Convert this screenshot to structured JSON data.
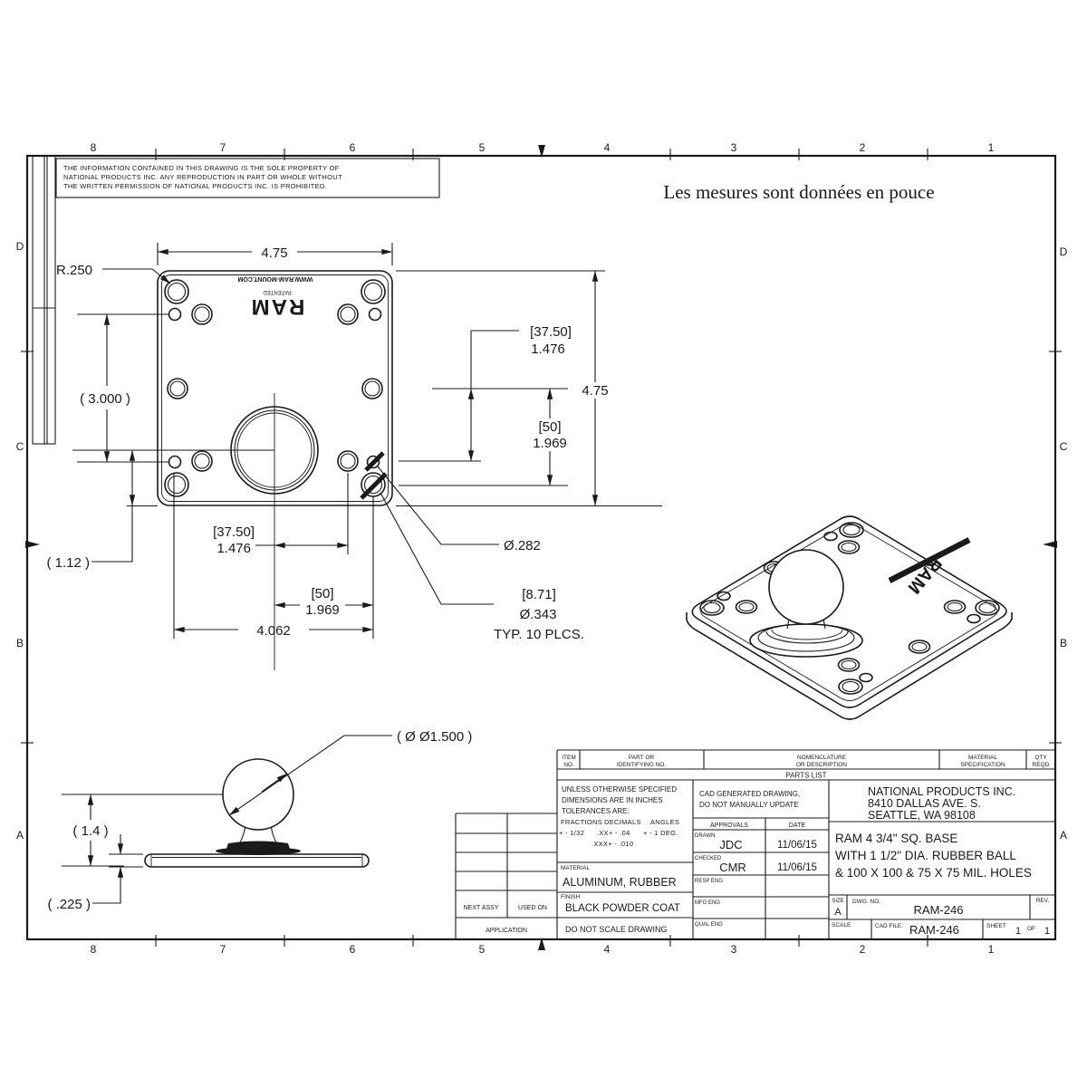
{
  "sheet": {
    "zone_cols": [
      "8",
      "7",
      "6",
      "5",
      "4",
      "3",
      "2",
      "1"
    ],
    "zone_rows": [
      "D",
      "C",
      "B",
      "A"
    ],
    "notice_l1": "THE  INFORMATION  CONTAINED  IN  THIS  DRAWING  IS  THE  SOLE  PROPERTY  OF",
    "notice_l2": "NATIONAL PRODUCTS INC.  ANY  REPRODUCTION  IN  PART  OR  WHOLE  WITHOUT",
    "notice_l3": "THE  WRITTEN  PERMISSION  OF  NATIONAL PRODUCTS INC.  IS  PROHIBITED.",
    "units_note": "Les mesures sont données en pouce"
  },
  "front_view": {
    "width": "4.75",
    "height": "4.75",
    "corner_radius": "R.250",
    "span_v": "( 3.000 )",
    "offset_v": "( 1.12 )",
    "p75_mm": "[37.50]",
    "p75_in": "1.476",
    "p100_mm": "[50]",
    "p100_in": "1.969",
    "span_h": "4.062",
    "small_hole_dia": "Ø.282",
    "hole_mm": "[8.71]",
    "hole_dia": "Ø.343",
    "hole_note": "TYP. 10 PLCS.",
    "logo_site": "WWW.RAM-MOUNT.COM",
    "logo_patented": "PATENTED",
    "logo": "RAM"
  },
  "side_view": {
    "ball_dia": "( Ø Ø1.500 )",
    "height": "( 1.4 )",
    "thickness": "( .225 )"
  },
  "iso_view": {
    "logo": "RAM"
  },
  "title_block": {
    "hdr_item_1": "ITEM",
    "hdr_item_2": "NO.",
    "hdr_part_1": "PART  OR",
    "hdr_part_2": "IDENTIFYING NO.",
    "hdr_nom_1": "NOMENCLATURE",
    "hdr_nom_2": "OR  DESCRIPTION",
    "hdr_mat_1": "MATERIAL",
    "hdr_mat_2": "SPECIFICATION",
    "hdr_qty_1": "QTY",
    "hdr_qty_2": "REQD",
    "parts_list": "PARTS  LIST",
    "tol_1": "UNLESS  OTHERWISE  SPECIFIED",
    "tol_2": "DIMENSIONS  ARE  IN  INCHES",
    "tol_3": "TOLERANCES  ARE:",
    "tol_h_frac": "FRACTIONS",
    "tol_h_dec": "DECIMALS",
    "tol_h_ang": "ANGLES",
    "tol_v_frac": "+ - 1/32",
    "tol_v_dec": ".XX+ - .04",
    "tol_v_ang": "+ - 1 DEG.",
    "tol_v_xxx": ".XXX+ - .010",
    "cad_note_1": "CAD GENERATED DRAWING,",
    "cad_note_2": "DO NOT MANUALLY UPDATE",
    "approvals": "APPROVALS",
    "date": "DATE",
    "drawn_label": "DRAWN",
    "drawn_by": "JDC",
    "drawn_date": "11/06/15",
    "checked_label": "CHECKED",
    "checked_by": "CMR",
    "checked_date": "11/06/15",
    "resp_label": "RESP ENG",
    "mfg_label": "MFG ENG",
    "qual_label": "QUAL ENG",
    "company_1": "NATIONAL PRODUCTS INC.",
    "company_2": "8410 DALLAS AVE. S.",
    "company_3": "SEATTLE, WA 98108",
    "title_1": "RAM 4 3/4\" SQ. BASE",
    "title_2": "WITH 1 1/2\" DIA. RUBBER BALL",
    "title_3": "& 100 X 100 & 75 X 75 MIL. HOLES",
    "material_label": "MATERIAL",
    "material": "ALUMINUM, RUBBER",
    "finish_label": "FINISH",
    "finish": "BLACK POWDER COAT",
    "no_scale": "DO NOT SCALE DRAWING",
    "next_assy": "NEXT ASSY",
    "used_on": "USED ON",
    "application": "APPLICATION",
    "size_label": "SIZE",
    "size": "A",
    "dwg_label": "DWG. NO.",
    "dwg_no": "RAM-246",
    "rev_label": "REV.",
    "scale_label": "SCALE",
    "cad_file_label": "CAD  FILE:",
    "cad_file": "RAM-246",
    "sheet_label": "SHEET",
    "sheet_no": "1",
    "of_label": "OF",
    "sheet_total": "1"
  }
}
